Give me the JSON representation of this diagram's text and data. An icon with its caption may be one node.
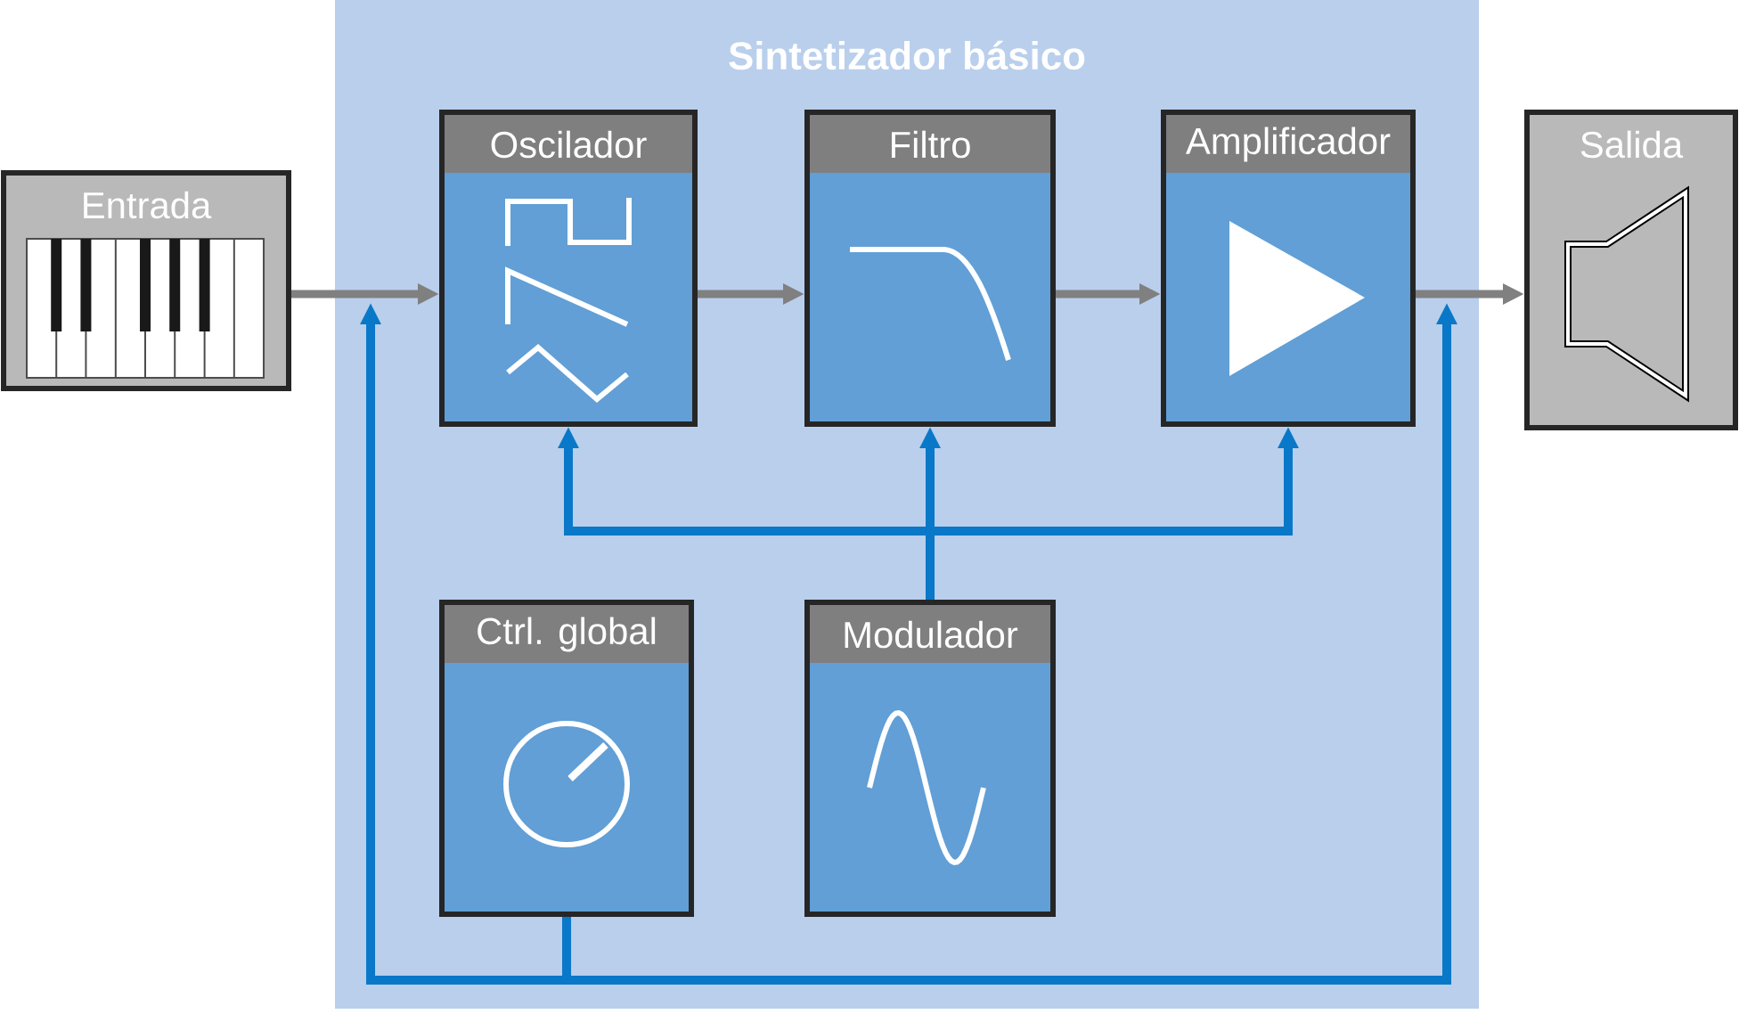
{
  "diagram": {
    "nodes": [
      {
        "text": [
          "Sintetizador básico"
        ]
      },
      {
        "text": [
          "Entrada"
        ]
      },
      {
        "text": [
          "Oscilador"
        ],
        "in": 0
      },
      {
        "text": [
          "Filtro"
        ],
        "in": 0
      },
      {
        "text": [
          "Amplificador"
        ],
        "in": 0
      },
      {
        "text": [
          "Salida"
        ]
      },
      {
        "text": [
          "Ctrl. global"
        ],
        "in": 0
      },
      {
        "text": [
          "Modulador"
        ],
        "in": 0
      }
    ],
    "edges": [
      {
        "from": 1,
        "to": 2,
        "arrow": "to",
        "color": "#808080"
      },
      {
        "from": 2,
        "to": 3,
        "arrow": "to",
        "color": "#808080"
      },
      {
        "from": 3,
        "to": 4,
        "arrow": "to",
        "color": "#808080"
      },
      {
        "from": 4,
        "to": 5,
        "arrow": "to",
        "color": "#808080"
      },
      {
        "from": 7,
        "to": 2,
        "arrow": "to"
      },
      {
        "from": 7,
        "to": 3,
        "arrow": "to"
      },
      {
        "from": 7,
        "to": 4,
        "arrow": "to"
      },
      {
        "from": 6,
        "to": null,
        "arrow": "to"
      },
      {
        "from": 6,
        "to": null,
        "arrow": "to"
      }
    ]
  }
}
